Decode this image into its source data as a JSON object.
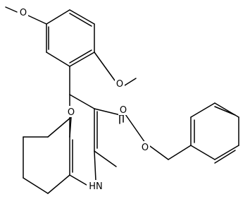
{
  "diagram": {
    "type": "structural-formula",
    "colors": {
      "bond": "#000000",
      "background": "#ffffff"
    },
    "atom_labels": [
      {
        "id": "o-methoxy-top",
        "text": "O"
      },
      {
        "id": "o-methoxy-ortho",
        "text": "O"
      },
      {
        "id": "o-ketone",
        "text": "O"
      },
      {
        "id": "o-ester-carbonyl",
        "text": "O"
      },
      {
        "id": "o-ester-ether",
        "text": "O"
      },
      {
        "id": "n-ring",
        "text": "HN"
      }
    ]
  }
}
